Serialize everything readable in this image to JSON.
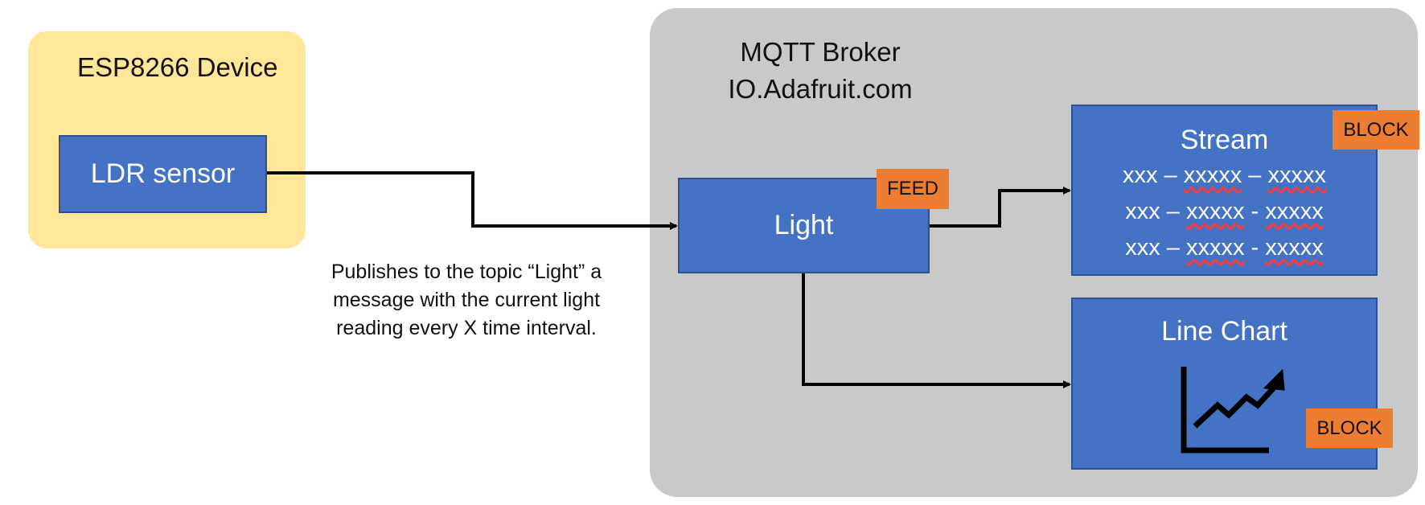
{
  "device": {
    "title": "ESP8266 Device",
    "sensor_label": "LDR sensor"
  },
  "caption": {
    "lines": [
      "Publishes to the topic “Light” a",
      "message with the current light",
      "reading every X time interval."
    ]
  },
  "broker": {
    "title_lines": [
      "MQTT Broker",
      "IO.Adafruit.com"
    ],
    "feed": {
      "label": "Light",
      "tag": "FEED"
    },
    "stream_block": {
      "title": "Stream",
      "tag": "BLOCK",
      "lines": [
        [
          "xxx",
          " – ",
          "xxxxx",
          " – ",
          "xxxxx"
        ],
        [
          "xxx",
          " – ",
          "xxxxx",
          " - ",
          "xxxxx"
        ],
        [
          "xxx",
          " – ",
          "xxxxx",
          " - ",
          "xxxxx"
        ]
      ]
    },
    "chart_block": {
      "title": "Line Chart",
      "tag": "BLOCK",
      "icon": "line-chart-icon"
    }
  },
  "colors": {
    "device_bg": "#ffe699",
    "broker_bg": "#c9c9c9",
    "box_blue": "#4472c4",
    "tag_orange": "#ed7d31"
  }
}
